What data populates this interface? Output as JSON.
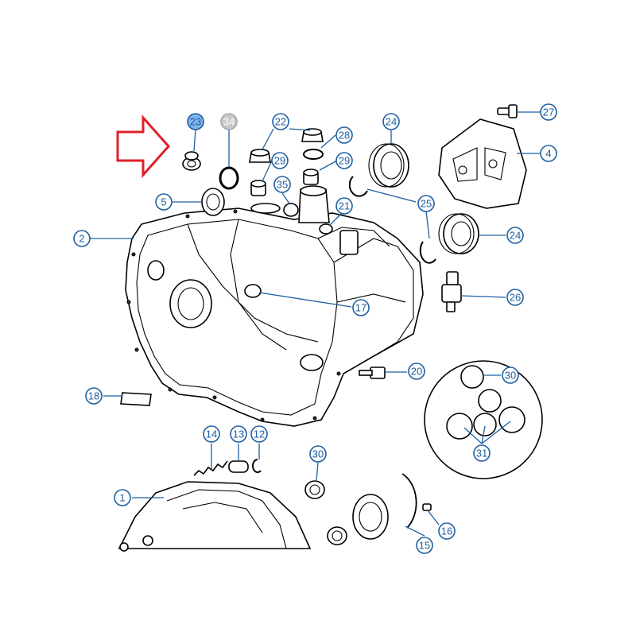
{
  "diagram": {
    "callouts": [
      {
        "id": "c23a",
        "label": "23",
        "state": "selected"
      },
      {
        "id": "c34",
        "label": "34",
        "state": "dimmed"
      },
      {
        "id": "c22",
        "label": "22",
        "state": "normal"
      },
      {
        "id": "c28",
        "label": "28",
        "state": "normal"
      },
      {
        "id": "c29a",
        "label": "29",
        "state": "normal"
      },
      {
        "id": "c29b",
        "label": "29",
        "state": "normal"
      },
      {
        "id": "c24a",
        "label": "24",
        "state": "normal"
      },
      {
        "id": "c27",
        "label": "27",
        "state": "normal"
      },
      {
        "id": "c4",
        "label": "4",
        "state": "normal"
      },
      {
        "id": "c5",
        "label": "5",
        "state": "normal"
      },
      {
        "id": "c35",
        "label": "35",
        "state": "normal"
      },
      {
        "id": "c21",
        "label": "21",
        "state": "normal"
      },
      {
        "id": "c25",
        "label": "25",
        "state": "normal"
      },
      {
        "id": "c2",
        "label": "2",
        "state": "normal"
      },
      {
        "id": "c24b",
        "label": "24",
        "state": "normal"
      },
      {
        "id": "c26",
        "label": "26",
        "state": "normal"
      },
      {
        "id": "c17",
        "label": "17",
        "state": "normal"
      },
      {
        "id": "c20",
        "label": "20",
        "state": "normal"
      },
      {
        "id": "c30a",
        "label": "30",
        "state": "normal"
      },
      {
        "id": "c18",
        "label": "18",
        "state": "normal"
      },
      {
        "id": "c31",
        "label": "31",
        "state": "normal"
      },
      {
        "id": "c14",
        "label": "14",
        "state": "normal"
      },
      {
        "id": "c13",
        "label": "13",
        "state": "normal"
      },
      {
        "id": "c12",
        "label": "12",
        "state": "normal"
      },
      {
        "id": "c30b",
        "label": "30",
        "state": "normal"
      },
      {
        "id": "c1",
        "label": "1",
        "state": "normal"
      },
      {
        "id": "c16",
        "label": "16",
        "state": "normal"
      },
      {
        "id": "c15",
        "label": "15",
        "state": "normal"
      }
    ],
    "colors": {
      "callout_stroke": "#1f5fa0",
      "callout_selected_fill": "#7fb6ea",
      "callout_dimmed_fill": "#c9c9c9",
      "arrow_stroke": "#e0202a",
      "line_art": "#000000"
    },
    "icons": {
      "pointer": "arrow-right-icon"
    }
  }
}
